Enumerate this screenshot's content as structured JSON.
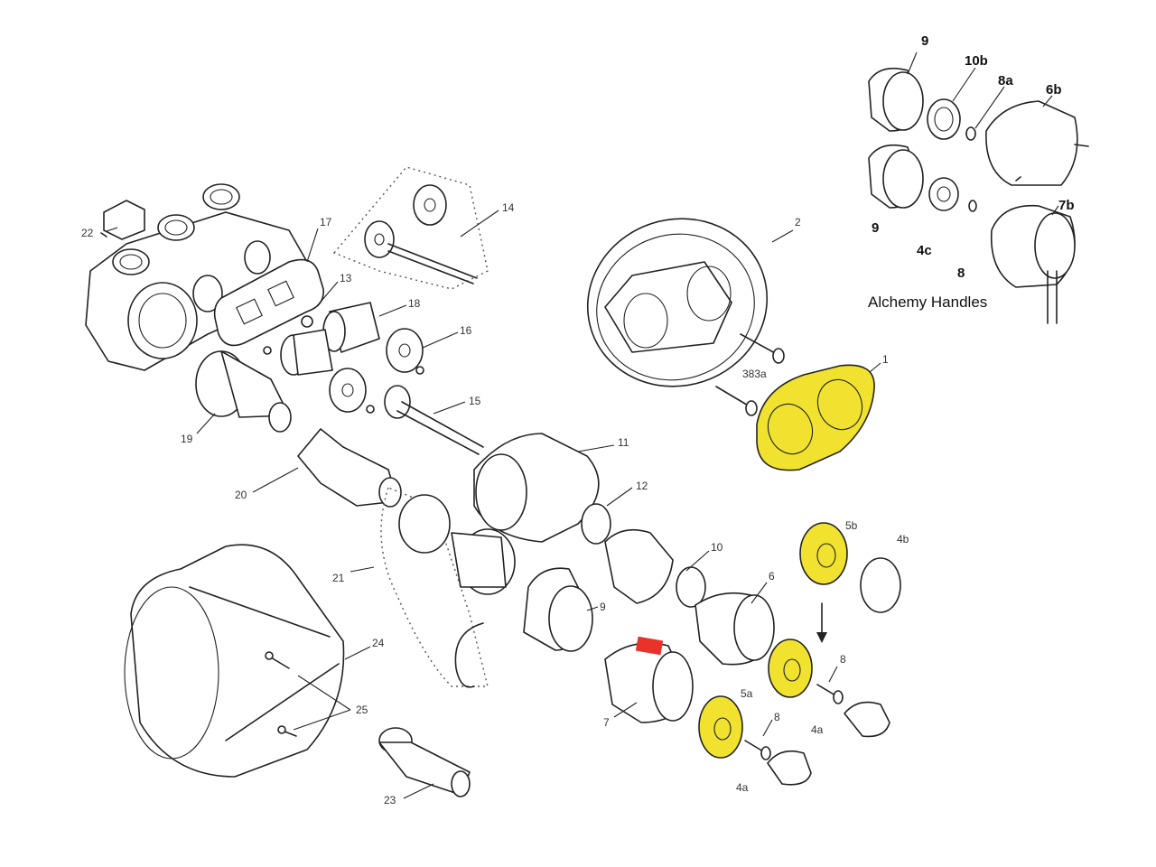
{
  "colors": {
    "highlight": "#f0e22e",
    "accent_red": "#e8322a",
    "line": "#222222",
    "background": "#ffffff"
  },
  "labels": {
    "l22": "22",
    "l17": "17",
    "l13": "13",
    "l14": "14",
    "l18": "18",
    "l16": "16",
    "l15": "15",
    "l19": "19",
    "l20": "20",
    "l11": "11",
    "l12": "12",
    "l21": "21",
    "l10": "10",
    "l9": "9",
    "l24": "24",
    "l25": "25",
    "l23": "23",
    "l7": "7",
    "l6": "6",
    "l5a": "5a",
    "l5b": "5b",
    "l4b": "4b",
    "l8a_main": "8",
    "l4a_right": "4a",
    "l8b_main": "8",
    "l4a_left": "4a",
    "l2": "2",
    "l1": "1",
    "l383a": "383a"
  },
  "inset": {
    "title": "Alchemy Handles",
    "l9_top": "9",
    "l10b": "10b",
    "l8a": "8a",
    "l6b": "6b",
    "l9_bottom": "9",
    "l4c": "4c",
    "l8": "8",
    "l7b": "7b"
  }
}
